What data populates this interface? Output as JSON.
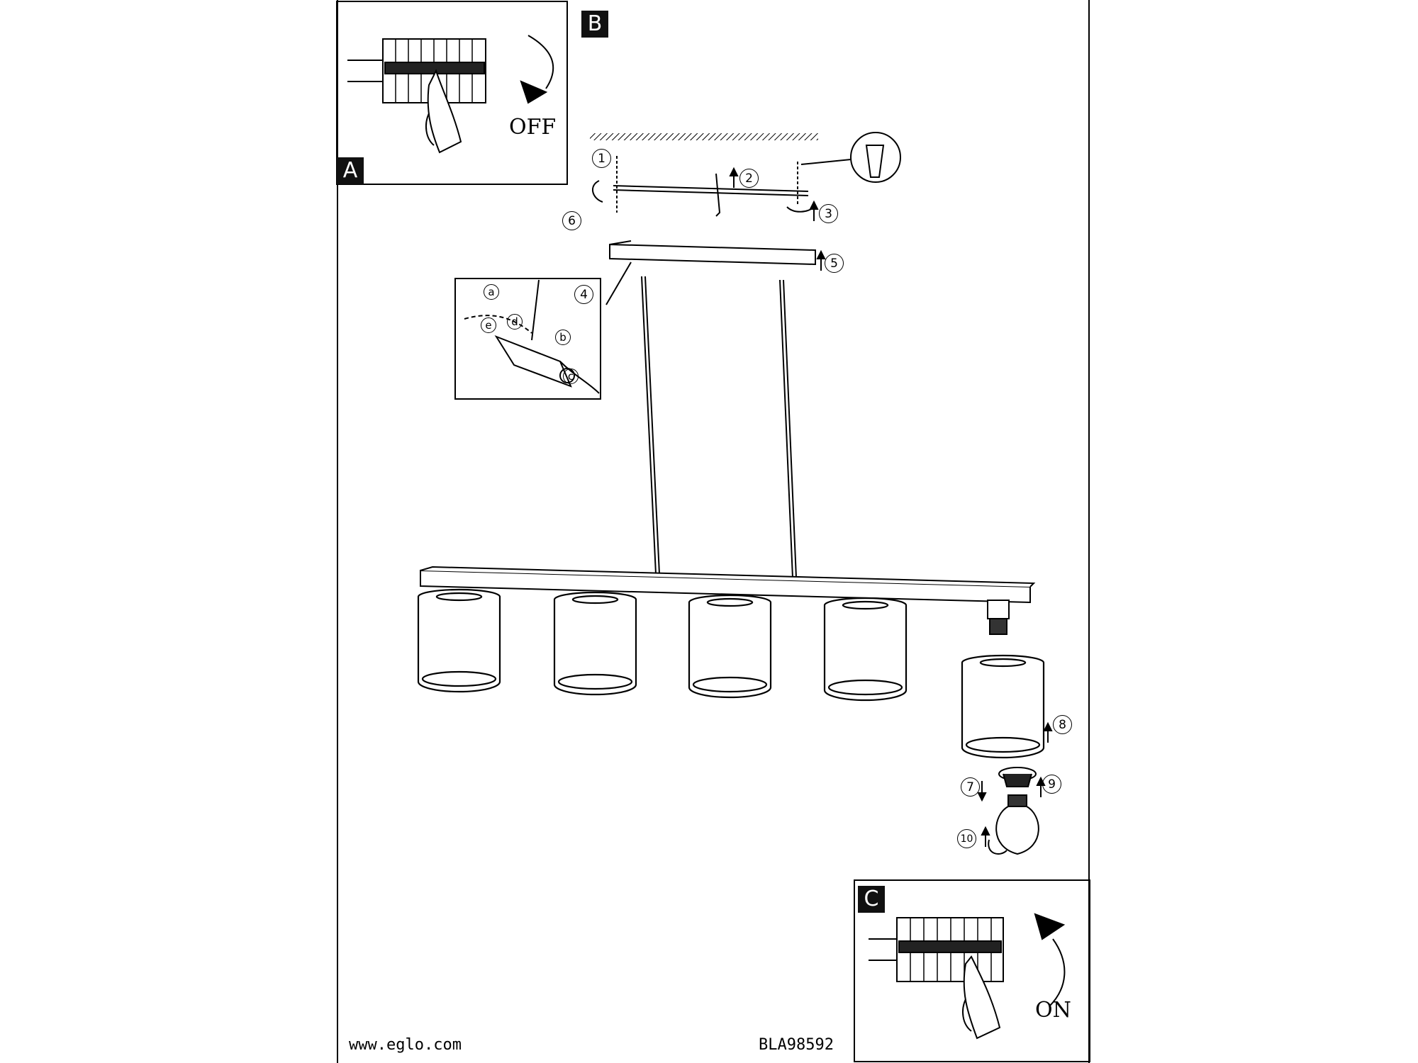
{
  "panels": {
    "a": {
      "tag": "A",
      "state": "OFF"
    },
    "b": {
      "tag": "B"
    },
    "c": {
      "tag": "C",
      "state": "ON"
    }
  },
  "steps": [
    "1",
    "2",
    "3",
    "4",
    "5",
    "6",
    "7",
    "8",
    "9",
    "10"
  ],
  "detail_letters": [
    "a",
    "b",
    "c",
    "d",
    "e"
  ],
  "footer": {
    "website": "www.eglo.com",
    "code": "BLA98592"
  }
}
